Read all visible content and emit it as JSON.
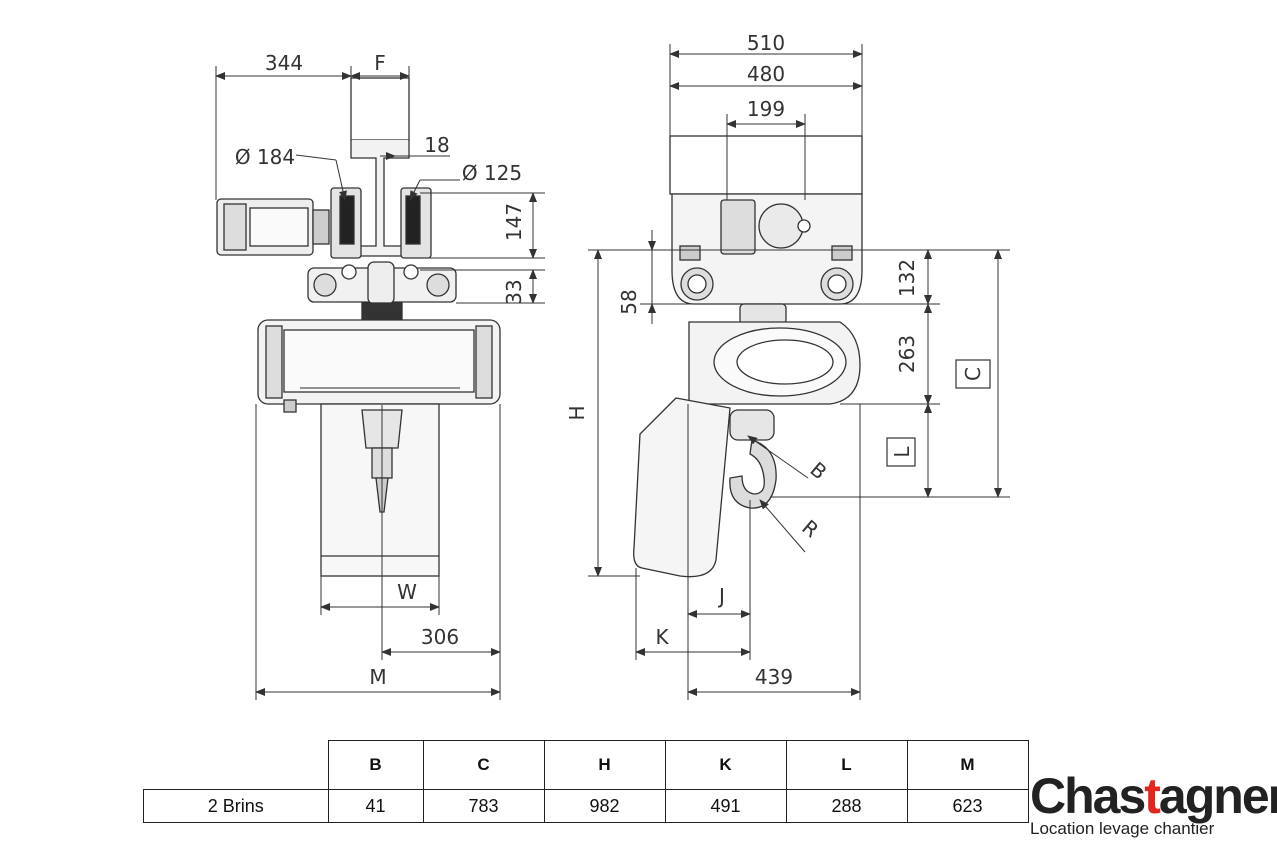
{
  "drawing": {
    "front_view": {
      "dim_344": "344",
      "dim_F": "F",
      "dim_18": "18",
      "dim_dia184": "Ø 184",
      "dim_dia125": "Ø 125",
      "dim_147": "147",
      "dim_33": "33",
      "dim_W": "W",
      "dim_306": "306",
      "dim_M": "M"
    },
    "side_view": {
      "dim_510": "510",
      "dim_480": "480",
      "dim_199": "199",
      "dim_58": "58",
      "dim_132": "132",
      "dim_263": "263",
      "dim_H": "H",
      "dim_C": "C",
      "dim_L": "L",
      "dim_B": "B",
      "dim_R": "R",
      "dim_J": "J",
      "dim_K": "K",
      "dim_439": "439"
    }
  },
  "table": {
    "headers": [
      "B",
      "C",
      "H",
      "K",
      "L",
      "M"
    ],
    "rows": [
      {
        "label": "2 Brins",
        "values": [
          "41",
          "783",
          "982",
          "491",
          "288",
          "623"
        ]
      }
    ]
  },
  "logo": {
    "brand_pre": "Chas",
    "brand_accent": "t",
    "brand_post": "agner",
    "tagline": "Location levage chantier",
    "accent_color": "#e3261b"
  }
}
